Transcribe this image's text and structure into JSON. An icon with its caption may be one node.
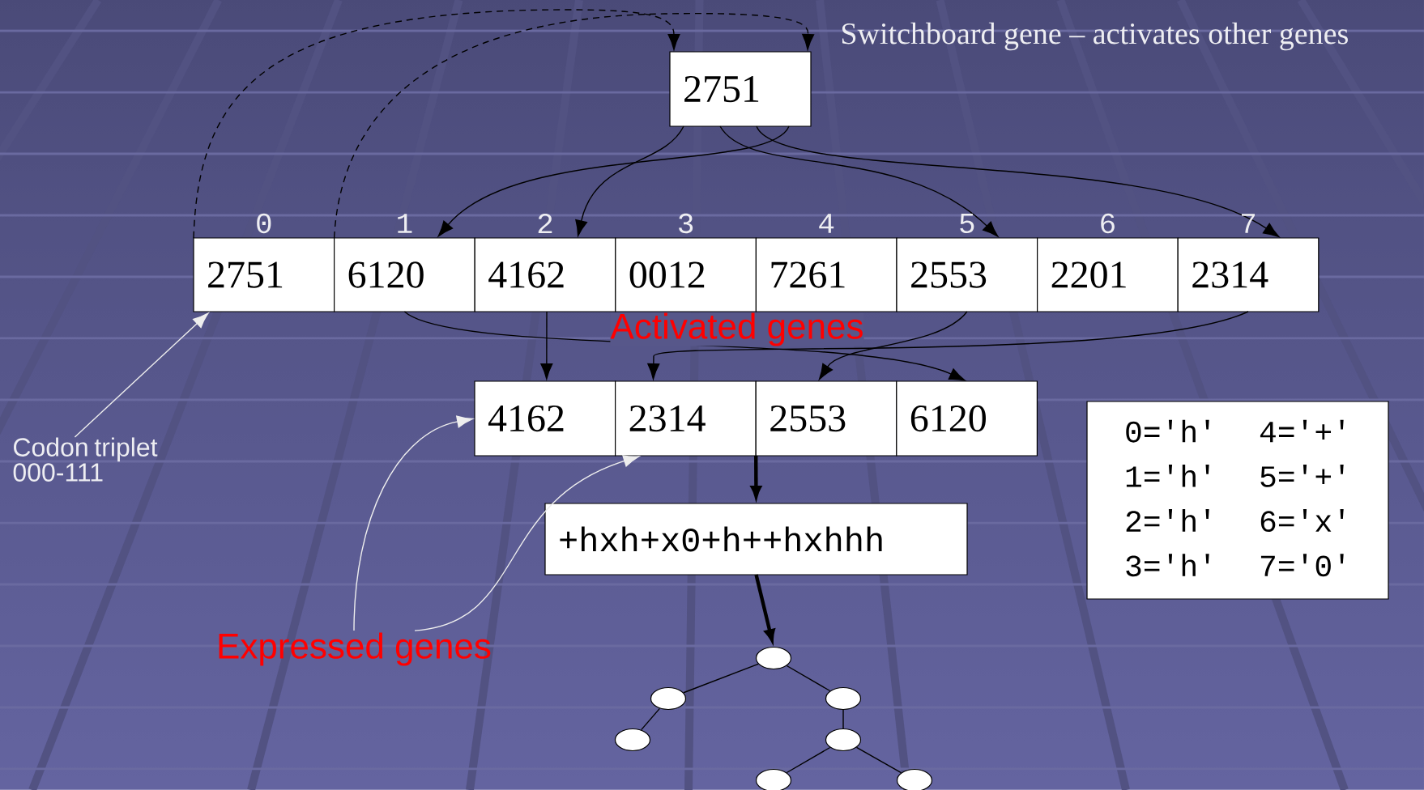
{
  "diagram": {
    "nodes": [
      {
        "text": [
          "2751"
        ],
        "beside": [
          "Switchboard gene – activates other genes"
        ]
      },
      {
        "text": [
          "2751"
        ]
      },
      {
        "text": [
          "6120"
        ]
      },
      {
        "text": [
          "4162"
        ]
      },
      {
        "text": [
          "0012"
        ]
      },
      {
        "text": [
          "7261"
        ]
      },
      {
        "text": [
          "2553"
        ]
      },
      {
        "text": [
          "2201"
        ]
      },
      {
        "text": [
          "2314"
        ]
      },
      {
        "text": [
          "4162"
        ]
      },
      {
        "text": [
          "2314"
        ]
      },
      {
        "text": [
          "2553"
        ]
      },
      {
        "text": [
          "6120"
        ]
      },
      {
        "text": [
          "+hxh+x0+h++hxhhh"
        ]
      },
      {
        "text": [
          "0='h'",
          "4='+'",
          "1='h'",
          "5='+'",
          "2='h'",
          "6='x'",
          "3='h'",
          "7='0'"
        ]
      },
      {
        "text": [
          "Codon triplet 000-111"
        ]
      },
      {
        "text": [
          "Expressed genes"
        ]
      },
      {
        "text": [],
        "shape": "ellipse"
      },
      {
        "text": [],
        "shape": "ellipse"
      },
      {
        "text": [],
        "shape": "ellipse"
      },
      {
        "text": [],
        "shape": "ellipse"
      },
      {
        "text": [],
        "shape": "ellipse"
      },
      {
        "text": [],
        "shape": "ellipse"
      },
      {
        "text": [],
        "shape": "ellipse"
      }
    ],
    "edges": [
      {
        "from": 1,
        "to": 0,
        "arrow": "to",
        "style": "dashed"
      },
      {
        "from": 2,
        "to": 0,
        "arrow": "to",
        "style": "dashed"
      },
      {
        "from": 0,
        "to": 2,
        "arrow": "to"
      },
      {
        "from": 0,
        "to": 3,
        "arrow": "to"
      },
      {
        "from": 0,
        "to": 6,
        "arrow": "to"
      },
      {
        "from": 0,
        "to": 8,
        "arrow": "to"
      },
      {
        "from": 3,
        "to": 9,
        "arrow": "to"
      },
      {
        "from": 2,
        "to": 12,
        "arrow": "to"
      },
      {
        "from": 6,
        "to": 11,
        "arrow": "to"
      },
      {
        "from": 8,
        "to": 10,
        "arrow": "to"
      },
      {
        "from": 11,
        "to": 13,
        "arrow": "to",
        "style": "thick"
      },
      {
        "from": 13,
        "to": 17,
        "arrow": "to",
        "style": "thick"
      },
      {
        "from": 16,
        "to": 9,
        "arrow": "to",
        "color": "#eeeeee"
      },
      {
        "from": 16,
        "to": 10,
        "arrow": "to",
        "color": "#eeeeee"
      },
      {
        "from": 15,
        "to": 1,
        "arrow": "to",
        "color": "#eeeeee"
      },
      {
        "from": 17,
        "to": 18,
        "arrow": "none"
      },
      {
        "from": 17,
        "to": 19,
        "arrow": "none"
      },
      {
        "from": 18,
        "to": 20,
        "arrow": "none"
      },
      {
        "from": 19,
        "to": 21,
        "arrow": "none"
      },
      {
        "from": 21,
        "to": 22,
        "arrow": "none"
      },
      {
        "from": 21,
        "to": 23,
        "arrow": "none"
      }
    ],
    "labels": [
      "0",
      "1",
      "2",
      "3",
      "4",
      "5",
      "6",
      "7",
      "Activated genes"
    ]
  }
}
